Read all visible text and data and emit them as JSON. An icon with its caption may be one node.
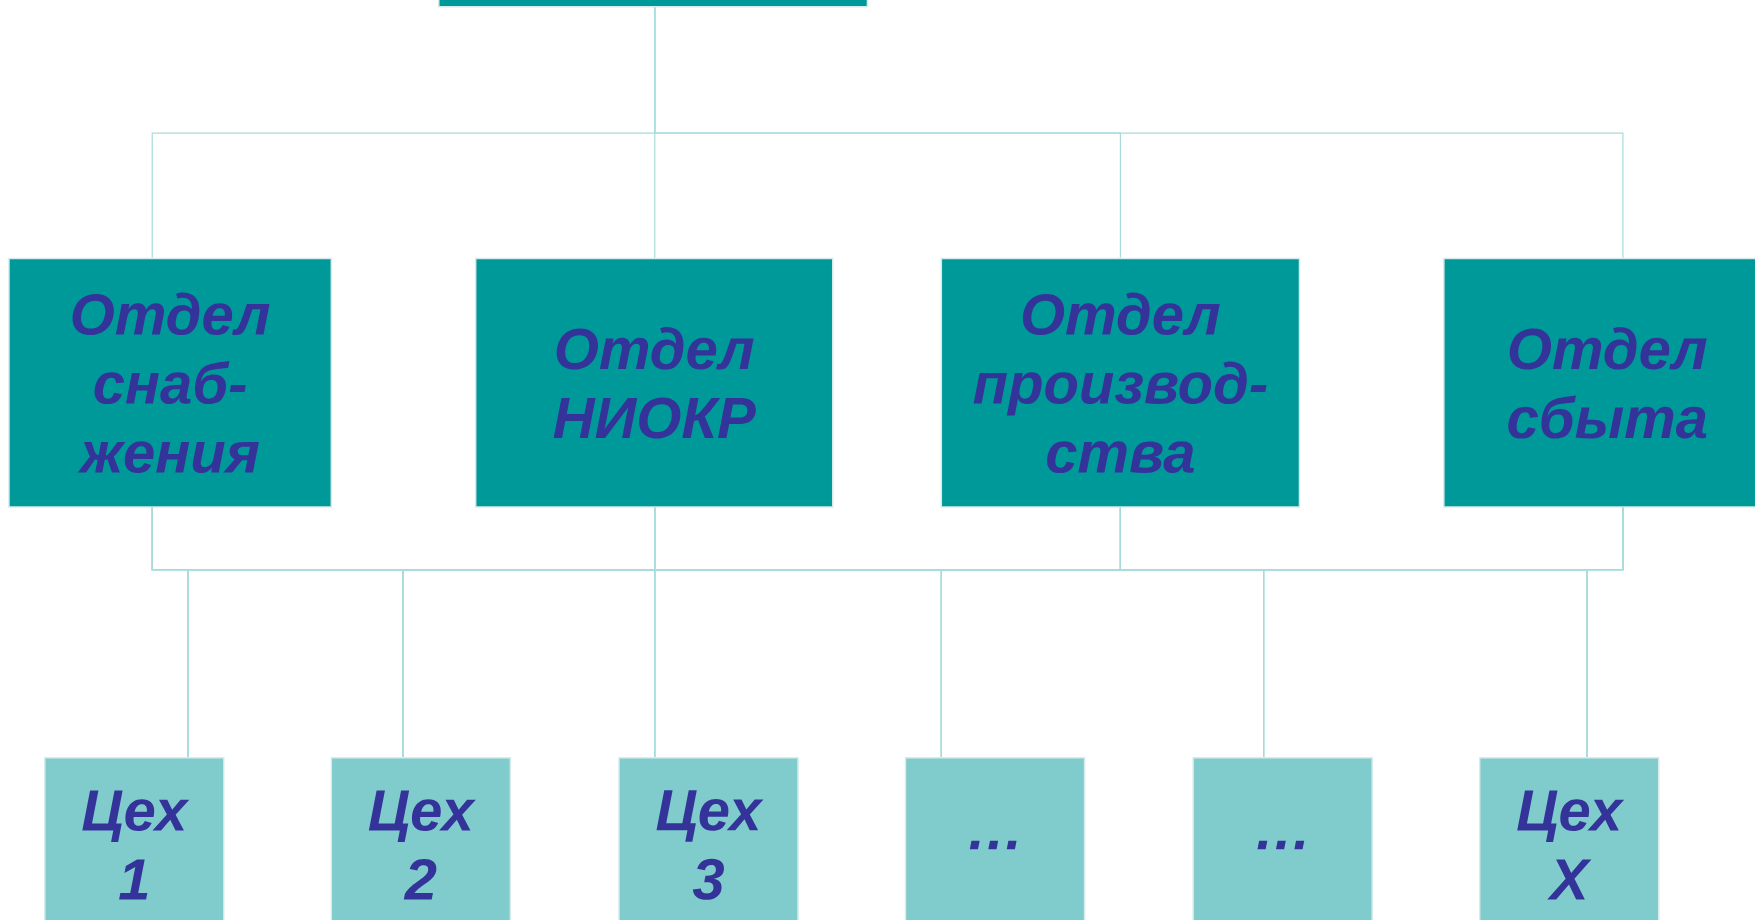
{
  "diagram": {
    "nodes": [
      {
        "text": [],
        "shape": "box"
      },
      {
        "text": [
          "Отдел снаб-жения"
        ]
      },
      {
        "text": [
          "Отдел НИОКР"
        ]
      },
      {
        "text": [
          "Отдел производ-ства"
        ]
      },
      {
        "text": [
          "Отдел сбыта"
        ]
      },
      {
        "text": [
          "Цех 1"
        ]
      },
      {
        "text": [
          "Цех 2"
        ]
      },
      {
        "text": [
          "Цех 3"
        ]
      },
      {
        "text": [
          "…"
        ]
      },
      {
        "text": [
          "…"
        ]
      },
      {
        "text": [
          "Цех X"
        ]
      }
    ],
    "edges": [
      {
        "from": 0,
        "to": 1,
        "arrow": "none"
      },
      {
        "from": 0,
        "to": 2,
        "arrow": "none"
      },
      {
        "from": 0,
        "to": 3,
        "arrow": "none"
      },
      {
        "from": 0,
        "to": 4,
        "arrow": "none"
      },
      {
        "from": 1,
        "to": 5,
        "arrow": "none"
      },
      {
        "from": 1,
        "to": 6,
        "arrow": "none"
      },
      {
        "from": 1,
        "to": 7,
        "arrow": "none"
      },
      {
        "from": 1,
        "to": 8,
        "arrow": "none"
      },
      {
        "from": 1,
        "to": 9,
        "arrow": "none"
      },
      {
        "from": 1,
        "to": 10,
        "arrow": "none"
      },
      {
        "from": 2,
        "to": 5,
        "arrow": "none"
      },
      {
        "from": 2,
        "to": 6,
        "arrow": "none"
      },
      {
        "from": 2,
        "to": 7,
        "arrow": "none"
      },
      {
        "from": 2,
        "to": 8,
        "arrow": "none"
      },
      {
        "from": 2,
        "to": 9,
        "arrow": "none"
      },
      {
        "from": 2,
        "to": 10,
        "arrow": "none"
      },
      {
        "from": 3,
        "to": 5,
        "arrow": "none"
      },
      {
        "from": 3,
        "to": 6,
        "arrow": "none"
      },
      {
        "from": 3,
        "to": 7,
        "arrow": "none"
      },
      {
        "from": 3,
        "to": 8,
        "arrow": "none"
      },
      {
        "from": 3,
        "to": 9,
        "arrow": "none"
      },
      {
        "from": 3,
        "to": 10,
        "arrow": "none"
      },
      {
        "from": 4,
        "to": 5,
        "arrow": "none"
      },
      {
        "from": 4,
        "to": 6,
        "arrow": "none"
      },
      {
        "from": 4,
        "to": 7,
        "arrow": "none"
      },
      {
        "from": 4,
        "to": 8,
        "arrow": "none"
      },
      {
        "from": 4,
        "to": 9,
        "arrow": "none"
      },
      {
        "from": 4,
        "to": 10,
        "arrow": "none"
      }
    ]
  }
}
